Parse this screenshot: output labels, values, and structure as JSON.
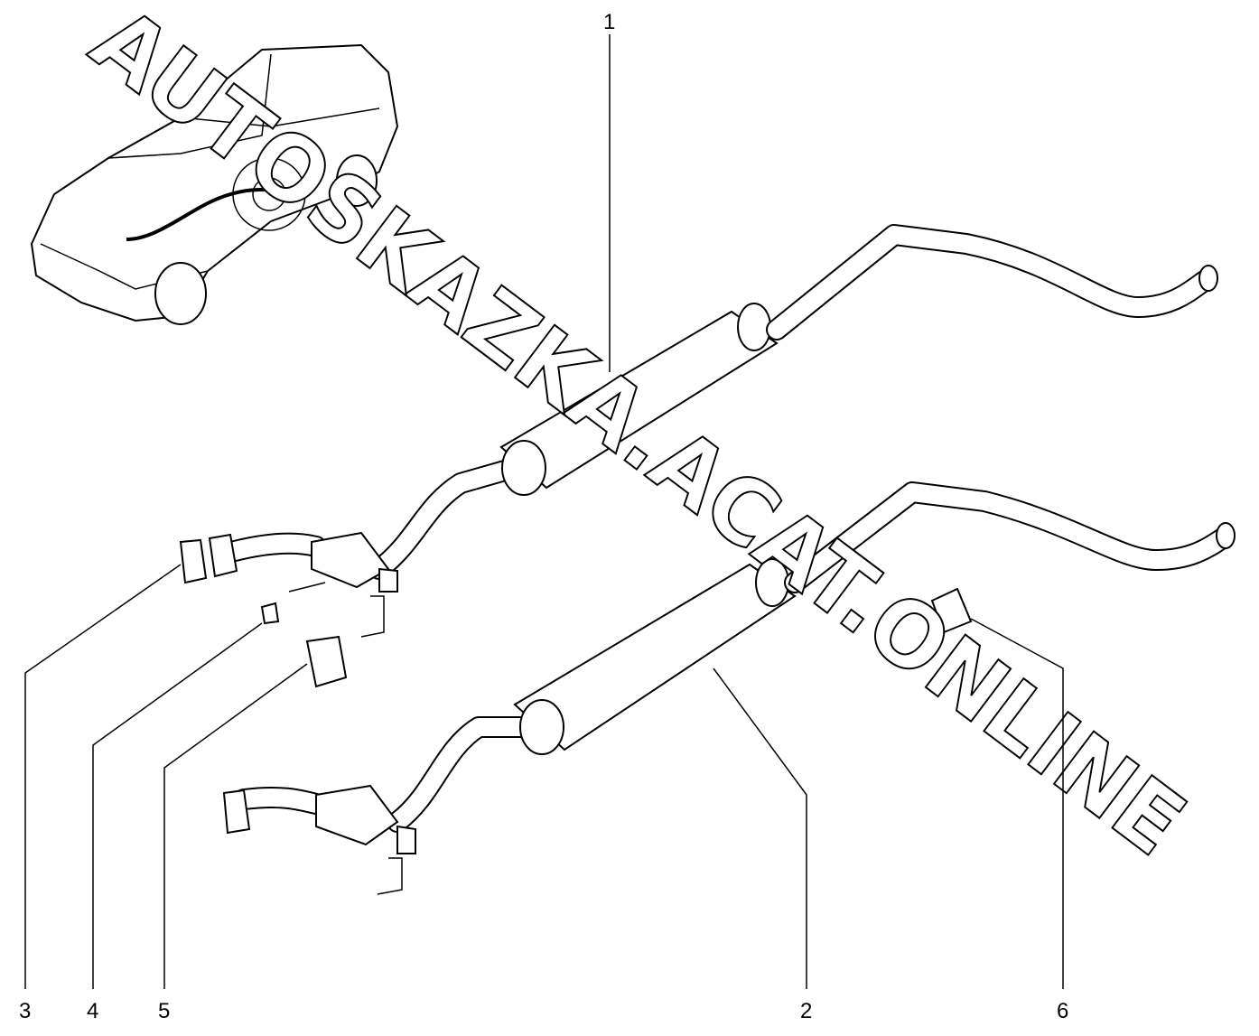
{
  "diagram": {
    "callouts": [
      {
        "id": "1",
        "label": "1"
      },
      {
        "id": "2",
        "label": "2"
      },
      {
        "id": "3",
        "label": "3"
      },
      {
        "id": "4",
        "label": "4"
      },
      {
        "id": "5",
        "label": "5"
      },
      {
        "id": "6",
        "label": "6"
      }
    ],
    "watermark": "AUTOSKAZKA.ACAT.ONLINE"
  }
}
